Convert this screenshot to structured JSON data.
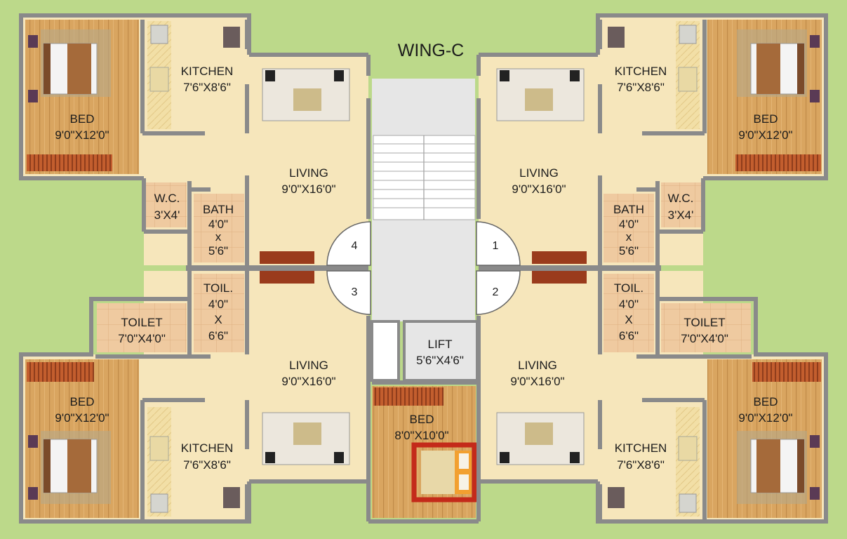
{
  "title": "WING-C",
  "colors": {
    "background": "#bcd98a",
    "floor": "#f6e6bb",
    "wood": "#d9a560",
    "tile": "#efcaa0",
    "wall": "#8a8a8a",
    "stair": "#e6e6e6"
  },
  "rooms": {
    "kitchen": {
      "name": "KITCHEN",
      "size": "7'6\"X8'6\""
    },
    "bed": {
      "name": "BED",
      "size": "9'0\"X12'0\""
    },
    "living": {
      "name": "LIVING",
      "size": "9'0\"X16'0\""
    },
    "wc": {
      "name": "W.C.",
      "size": "3'X4'"
    },
    "bath": {
      "name": "BATH",
      "l1": "4'0\"",
      "l2": "x",
      "l3": "5'6\""
    },
    "toil": {
      "name": "TOIL.",
      "l1": "4'0\"",
      "l2": "X",
      "l3": "6'6\""
    },
    "toilet": {
      "name": "TOILET",
      "size": "7'0\"X4'0\""
    },
    "lift": {
      "name": "LIFT",
      "size": "5'6\"X4'6\""
    },
    "bed_small": {
      "name": "BED",
      "size": "8'0\"X10'0\""
    }
  },
  "flats": [
    "1",
    "2",
    "3",
    "4"
  ]
}
